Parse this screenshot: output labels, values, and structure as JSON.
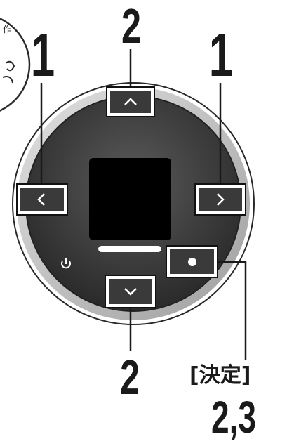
{
  "callouts": {
    "left": "1",
    "right": "1",
    "top": "2",
    "bottom": "2",
    "enter_label": "[決定]",
    "enter_steps": "2,3"
  },
  "side_badge": {
    "text": "作"
  },
  "buttons": {
    "up": "^",
    "left": "<",
    "right": ">",
    "down": "v",
    "enter": "●",
    "power": "⏻"
  },
  "colors": {
    "ring": "#c9c9c9",
    "dial": "#3e3e3e",
    "screen": "#000000",
    "box": "#111111"
  }
}
